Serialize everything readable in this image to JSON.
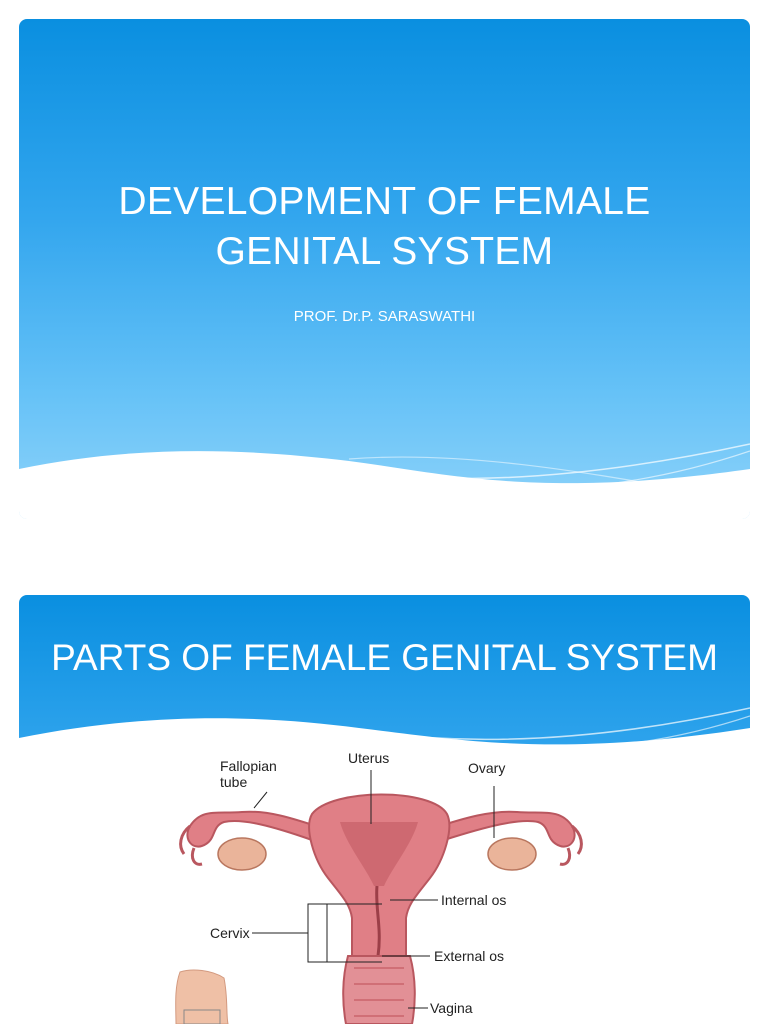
{
  "slide1": {
    "title_line1": "DEVELOPMENT OF FEMALE",
    "title_line2": "GENITAL SYSTEM",
    "subtitle": "PROF. Dr.P. SARASWATHI"
  },
  "slide2": {
    "title": "PARTS OF FEMALE GENITAL SYSTEM"
  },
  "figure": {
    "labels": {
      "fallopian_line1": "Fallopian",
      "fallopian_line2": "tube",
      "uterus": "Uterus",
      "ovary": "Ovary",
      "internal_os": "Internal os",
      "cervix": "Cervix",
      "external_os": "External os",
      "vagina": "Vagina"
    },
    "colors": {
      "tissue": "#e07f86",
      "tissue_dark": "#b9575f",
      "ovary": "#eab49a",
      "skin": "#efc0a6"
    }
  }
}
